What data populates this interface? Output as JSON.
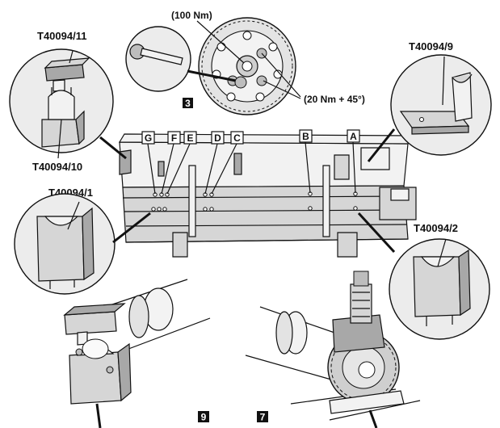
{
  "tool_labels": {
    "t11": "T40094/11",
    "t10": "T40094/10",
    "t9": "T40094/9",
    "t1": "T40094/1",
    "t2": "T40094/2"
  },
  "torques": {
    "center_bolt": "(100 Nm)",
    "outer_bolts": "(20 Nm + 45°)"
  },
  "callouts": {
    "n3": "3",
    "n9": "9",
    "n7": "7"
  },
  "position_letters": [
    "G",
    "F",
    "E",
    "D",
    "C",
    "B",
    "A"
  ]
}
